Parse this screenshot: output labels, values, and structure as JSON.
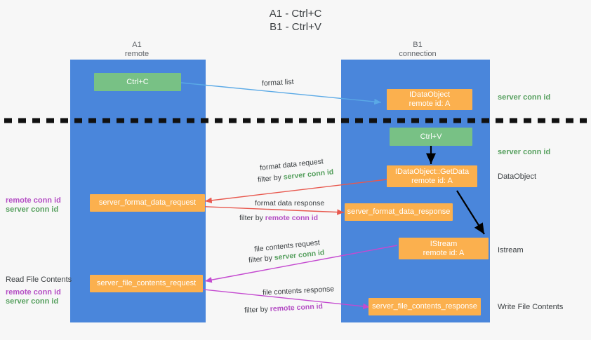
{
  "title": {
    "line1": "A1 - Ctrl+C",
    "line2": "B1 - Ctrl+V"
  },
  "colors": {
    "lane": "#4a86db",
    "green_node": "#78c185",
    "orange_node": "#fbb04e",
    "server_conn_id": "#57a05f",
    "remote_conn_id": "#b44ec4",
    "background": "#f7f7f7",
    "red_arrow": "#e8584e",
    "magenta_arrow": "#c44ad0",
    "blue_arrow": "#5aa9e6",
    "black_arrow": "#000000"
  },
  "lanes": [
    {
      "name": "A1",
      "sub": "remote"
    },
    {
      "name": "B1",
      "sub": "connection"
    }
  ],
  "nodes": {
    "ctrl_c": {
      "label": "Ctrl+C"
    },
    "ctrl_v": {
      "label": "Ctrl+V"
    },
    "idataobject": {
      "line1": "IDataObject",
      "line2": "remote id: A"
    },
    "getdata": {
      "line1": "IDataObject::GetData",
      "line2": "remote id: A"
    },
    "istream": {
      "line1": "IStream",
      "line2": "remote id: A"
    },
    "server_format_data_request": {
      "label": "server_format_data_request"
    },
    "server_format_data_response": {
      "label": "server_format_data_response"
    },
    "server_file_contents_request": {
      "label": "server_file_contents_request"
    },
    "server_file_contents_response": {
      "label": "server_file_contents_response"
    }
  },
  "right_labels": {
    "server_conn_id_top": "server conn id",
    "server_conn_id_mid": "server conn id",
    "dataobject": "DataObject",
    "istream": "Istream",
    "write_file_contents": "Write File Contents"
  },
  "left_labels": {
    "remote_conn_id_1": "remote conn id",
    "server_conn_id_1": "server conn id",
    "read_file_contents": "Read File Contents",
    "remote_conn_id_2": "remote conn id",
    "server_conn_id_2": "server conn id"
  },
  "edges": {
    "format_list": "format list",
    "format_data_request": "format data request",
    "filter_by": "filter by ",
    "filter_server_conn_id": "server conn id",
    "format_data_response": "format data response",
    "filter_remote_conn_id": "remote conn id",
    "file_contents_request": "file contents request",
    "file_contents_response": "file contents response"
  }
}
